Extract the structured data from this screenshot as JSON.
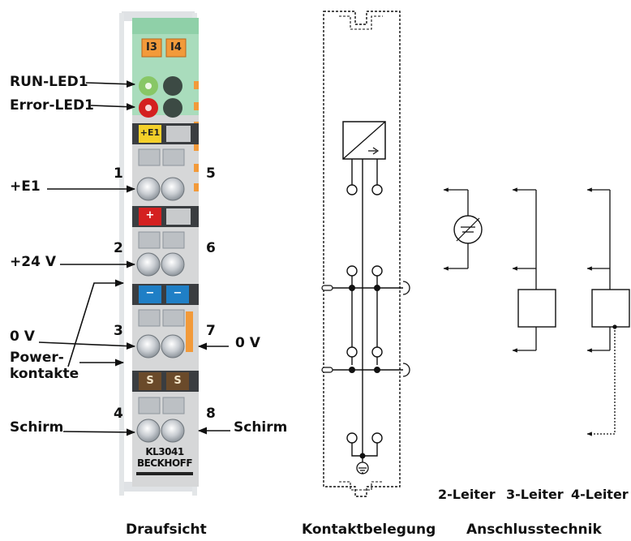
{
  "terminal": {
    "ports_top": [
      "I3",
      "I4"
    ],
    "e1_label": "+E1",
    "plus_label": "+",
    "minus_label": "−",
    "shield_label": "S",
    "model": "KL3041",
    "brand": "BECKHOFF"
  },
  "left_labels": {
    "run_led": "RUN-LED1",
    "error_led": "Error-LED1",
    "e1": "+E1",
    "v24": "+24 V",
    "v0_left": "0 V",
    "power_line1": "Power-",
    "power_line2": "kontakte",
    "schirm_left": "Schirm"
  },
  "right_labels": {
    "v0_right": "0 V",
    "schirm_right": "Schirm"
  },
  "terminal_numbers": [
    "1",
    "2",
    "3",
    "4",
    "5",
    "6",
    "7",
    "8"
  ],
  "connection_types": [
    "2-Leiter",
    "3-Leiter",
    "4-Leiter"
  ],
  "captions": {
    "top_view": "Draufsicht",
    "contact": "Kontaktbelegung",
    "connection": "Anschlusstechnik"
  },
  "colors": {
    "housing": "#d9d9d9",
    "led_run": "#88c766",
    "led_error": "#d42020",
    "led_off": "#3c4a44",
    "port_orange": "#f29a3a",
    "top_green": "#8fd0a8",
    "e1_yellow": "#f4d02a",
    "plus_red": "#d42020",
    "minus_blue": "#1f7fc6",
    "shield_brown": "#6a4a2a"
  }
}
